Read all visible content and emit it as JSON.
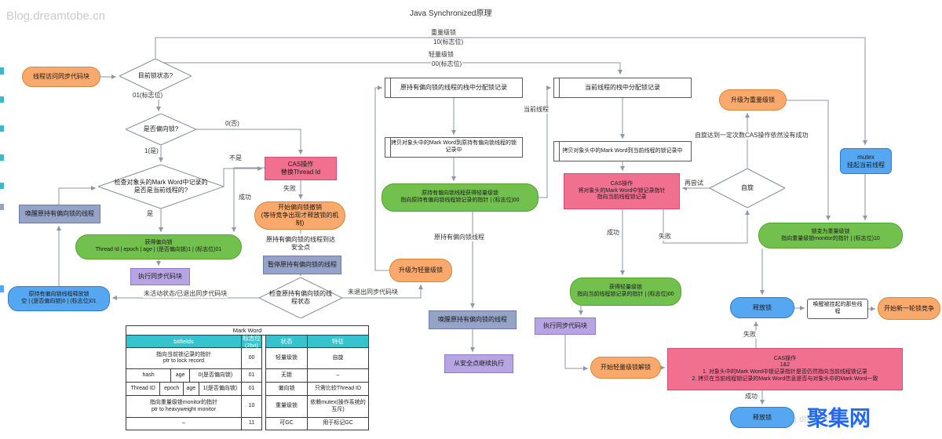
{
  "page": {
    "title": "Java Synchronized原理",
    "watermark": "Blog.dreamtobe.cn",
    "watermark_bottom": "Blog.dreamtobe.cn",
    "brand": "聚集网"
  },
  "colors": {
    "orange": "#F9A96B",
    "pink": "#F2708F",
    "green": "#72C04E",
    "purple": "#B7A5E3",
    "blue": "#55A7F2",
    "gray_blue": "#94A3C6",
    "table_header_teal": "#35C4CE",
    "brand_blue": "#2468F2",
    "connector_gray": "#8f97a3"
  },
  "nodes": {
    "start": "线程访问同步代码块",
    "lock_state": "目前锁状态?",
    "biased_q": "是否偏向锁?",
    "check_owner": "检查对象头的Mark Word中记录的\n是否是当前线程的?",
    "cas_replace": "CAS操作\n替换Thread Id",
    "revoke_bias": "开始偏向锁撤销\n(等待竞争出现才释放锁的机制)",
    "got_bias": "获得偏向锁\nThread Id | epoch | age | (是否偏向锁)1 | (标志位)01",
    "exec_sync_1": "执行同步代码块",
    "reach_safepoint": "原持有偏向锁的线程到达安全点",
    "pause_thread": "暂停原持有偏向锁的线程",
    "check_state": "检查原持有偏向锁的线程状态",
    "release_bias": "原持有偏向锁线程释放锁\n空 | (是否偏向锁)0 | (标志位)01",
    "wake_thread_1": "唤醒原持有偏向锁的线程",
    "upgrade_light": "升级为轻量级锁",
    "alloc_orig": "原持有偏向锁的线程的栈中分配锁记录",
    "copy_orig": "拷贝对象头中的Mark Word到原持有偏向锁线程的锁记录中",
    "orig_got_light": "原持有偏向锁线程获得轻量级锁\n指向原持有偏向锁线程锁记录的指针 | (标志位)00",
    "wake_thread_2": "唤醒原持有偏向锁的线程",
    "resume_safepoint": "从安全点继续执行",
    "alloc_cur": "当前线程的栈中分配锁记录",
    "copy_cur": "拷贝对象头中的Mark Word到当前线程的锁记录中",
    "cas_point": "CAS操作\n将对象头的Mark Word中锁记录指针\n指向当前线程锁记录",
    "spin": "自旋",
    "got_light": "获得轻量级锁\n指向当前线程锁记录的指针 | (标志位)00",
    "exec_sync_2": "执行同步代码块",
    "unlock_light": "开始轻量级锁解锁",
    "cas_unlock": "CAS操作\n1&2\n1. 对象头中的Mark Word中锁记录指针是否仍然指向当前线程锁记录\n2. 拷贝在当前线程锁记录的Mark Word信息是否与对象头中的Mark Word一致",
    "release_1": "释放锁",
    "upgrade_heavy": "升级为重量级锁",
    "mutex": "mutex\n挂起当前线程",
    "become_heavy": "锁变为重量级锁\n指向重量级锁monitor的指针 | (标志位)10",
    "release_2": "释放锁",
    "wake_suspended": "唤醒被挂起的那些线程",
    "new_round": "开始新一轮锁竞争"
  },
  "labels": {
    "heavy": "重量级锁",
    "heavy_flag": "10(标志位)",
    "light": "轻量级锁",
    "light_flag": "00(标志位)",
    "flag_01": "01(标志位)",
    "no": "0(否)",
    "yes": "1(是)",
    "not_owner": "不是",
    "owner": "是",
    "fail_1": "失败",
    "success_1": "成功",
    "inactive": "未活动状态/已退出同步代码块",
    "active": "未退出同步代码块",
    "orig_thread": "原持有偏向锁线程",
    "cur_thread": "当前线程",
    "retry": "再尝试",
    "success_2": "成功",
    "fail_2": "失败",
    "spin_limit": "自旋达到一定次数CAS操作依然没有成功",
    "success_3": "成功",
    "fail_3": "失败"
  },
  "table": {
    "title": "Mark Word",
    "headers": {
      "bitfields": "bitfields",
      "flag": "标志位(2bit)",
      "state": "状态",
      "feature": "特征"
    },
    "rows": [
      {
        "cells": [
          "指向当前锁记录的指针\nptr to lock record"
        ],
        "flag": "00",
        "state": "轻量级锁",
        "feature": "自旋"
      },
      {
        "cells": [
          "hash",
          "age",
          "0(是否偏向锁)"
        ],
        "flag": "01",
        "state": "无锁",
        "feature": "–"
      },
      {
        "cells": [
          "Thread ID",
          "epoch",
          "age",
          "1(是否偏向锁)"
        ],
        "flag": "01",
        "state": "偏向锁",
        "feature": "只需比较Thread ID"
      },
      {
        "cells": [
          "指向重量级锁monitor的指针\nptr to heavyweight monitor"
        ],
        "flag": "10",
        "state": "重量级锁",
        "feature": "依赖mutex(操作系统的互斥)"
      },
      {
        "cells": [
          "–"
        ],
        "flag": "11",
        "state": "可GC",
        "feature": "用于标记GC"
      }
    ]
  }
}
